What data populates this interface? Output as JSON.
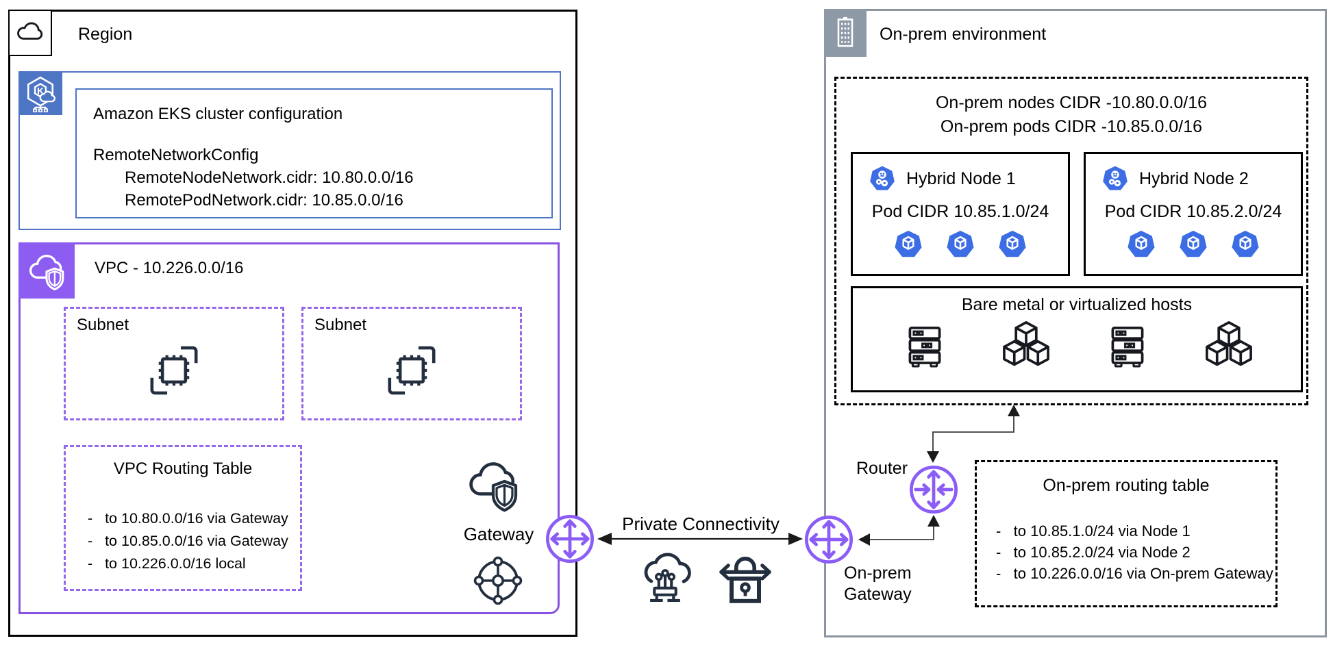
{
  "colors": {
    "outline_dark": "#232f3e",
    "eks_blue": "#4e74c4",
    "k8s_blue": "#3d6de4",
    "vpc_purple": "#8a52e0",
    "subnet_dash_purple": "#9468e8",
    "gateway_purple": "#8b5cf6",
    "onprem_gray": "#8d96a0",
    "black": "#000000"
  },
  "icons": [
    "cloud-icon",
    "eks-cluster-icon",
    "vpc-cloud-shield-icon",
    "instance-chip-icon",
    "network-hub-icon",
    "gateway-icon",
    "router-icon",
    "direct-connect-cloud-icon",
    "vpn-lock-icon",
    "building-icon",
    "kubernetes-node-icon",
    "kubernetes-pod-icon",
    "server-rack-icon",
    "cubes-icon"
  ],
  "region": {
    "label": "Region",
    "eks": {
      "title": "Amazon EKS cluster configuration",
      "config_heading": "RemoteNetworkConfig",
      "config_lines": [
        "RemoteNodeNetwork.cidr: 10.80.0.0/16",
        "RemotePodNetwork.cidr: 10.85.0.0/16"
      ]
    },
    "vpc": {
      "label": "VPC - 10.226.0.0/16",
      "subnets": [
        {
          "label": "Subnet"
        },
        {
          "label": "Subnet"
        }
      ],
      "routing_table": {
        "title": "VPC Routing Table",
        "entries": [
          "-   to 10.80.0.0/16 via Gateway",
          "-   to 10.85.0.0/16 via Gateway",
          "-   to 10.226.0.0/16 local"
        ]
      },
      "gateway_label": "Gateway"
    }
  },
  "connectivity": {
    "label": "Private Connectivity"
  },
  "onprem": {
    "label": "On-prem environment",
    "cidr_lines": [
      "On-prem nodes CIDR -10.80.0.0/16",
      "On-prem pods CIDR -10.85.0.0/16"
    ],
    "nodes": [
      {
        "title": "Hybrid Node 1",
        "pod_cidr": "Pod CIDR 10.85.1.0/24"
      },
      {
        "title": "Hybrid Node 2",
        "pod_cidr": "Pod CIDR 10.85.2.0/24"
      }
    ],
    "hosts_label": "Bare metal or virtualized hosts",
    "router_label": "Router",
    "gateway_label": [
      "On-prem",
      "Gateway"
    ],
    "routing_table": {
      "title": "On-prem routing table",
      "entries": [
        "-   to 10.85.1.0/24 via Node 1",
        "-   to 10.85.2.0/24 via Node 2",
        "-   to 10.226.0.0/16 via On-prem Gateway"
      ]
    }
  }
}
